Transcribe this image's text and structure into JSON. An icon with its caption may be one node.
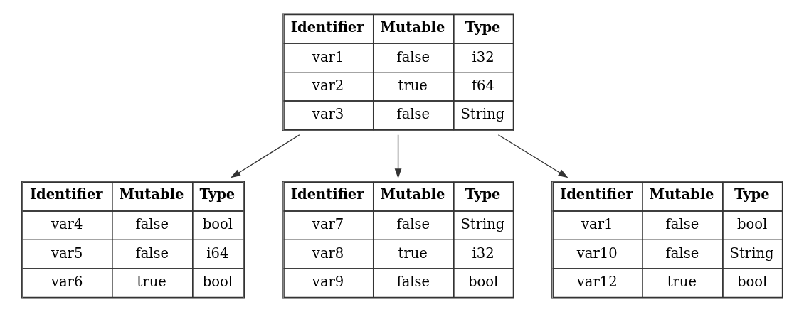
{
  "diagram": {
    "nodes": [
      {
        "text": [
          "Identifier",
          "Mutable",
          "Type",
          "var1",
          "false",
          "i32",
          "var2",
          "true",
          "f64",
          "var3",
          "false",
          "String"
        ]
      },
      {
        "text": [
          "Identifier",
          "Mutable",
          "Type",
          "var4",
          "false",
          "bool",
          "var5",
          "false",
          "i64",
          "var6",
          "true",
          "bool"
        ]
      },
      {
        "text": [
          "Identifier",
          "Mutable",
          "Type",
          "var7",
          "false",
          "String",
          "var8",
          "true",
          "i32",
          "var9",
          "false",
          "bool"
        ]
      },
      {
        "text": [
          "Identifier",
          "Mutable",
          "Type",
          "var1",
          "false",
          "bool",
          "var10",
          "false",
          "String",
          "var12",
          "true",
          "bool"
        ]
      }
    ],
    "edges": [
      {
        "from": 0,
        "to": 1,
        "arrow": "to"
      },
      {
        "from": 0,
        "to": 2,
        "arrow": "to"
      },
      {
        "from": 0,
        "to": 3,
        "arrow": "to"
      }
    ]
  }
}
